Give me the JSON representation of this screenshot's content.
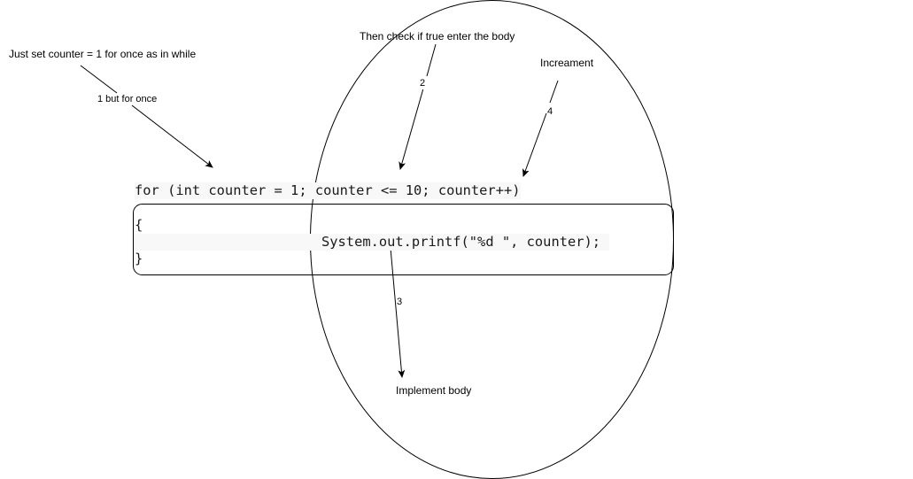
{
  "labels": {
    "init_note": "Just set counter = 1 for once as in while",
    "init_sub": "1 but for once",
    "check_note": "Then check if true enter the body",
    "increment_note": "Increament",
    "body_note": "Implement body"
  },
  "steps": {
    "step2": "2",
    "step3": "3",
    "step4": "4"
  },
  "code": {
    "for_line": "for (int counter = 1; counter <= 10; counter++)",
    "open_brace": "{",
    "body_line": "System.out.printf(\"%d \", counter);",
    "close_brace": "}"
  }
}
